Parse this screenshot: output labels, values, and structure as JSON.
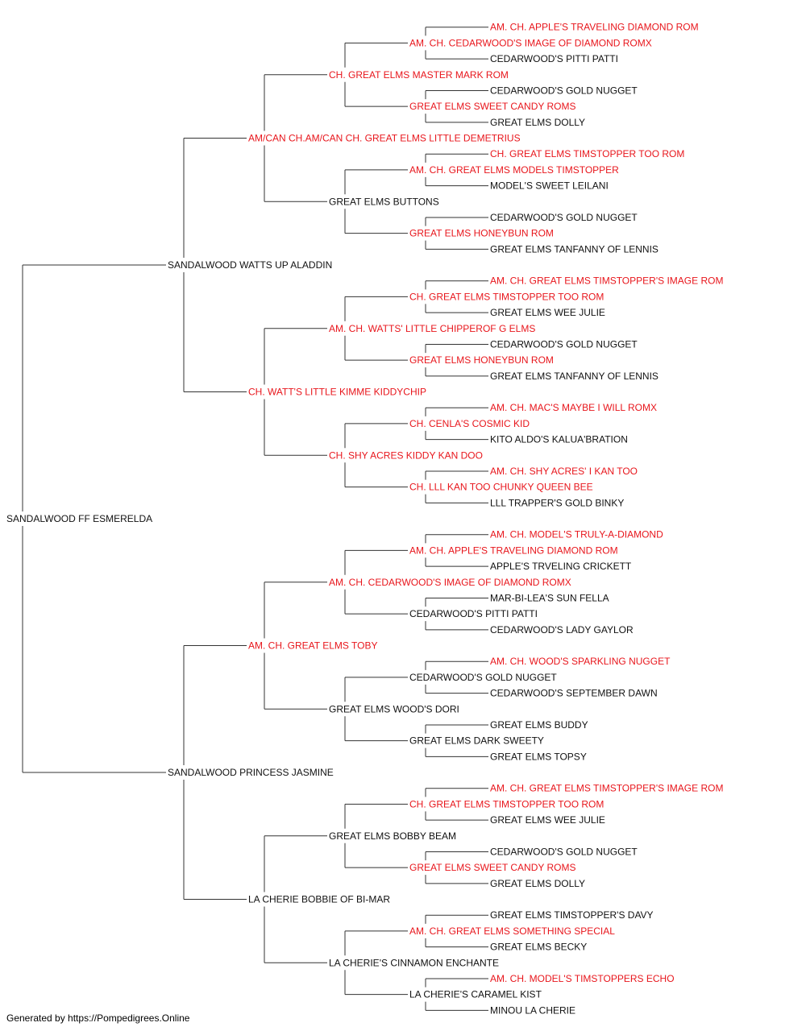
{
  "colors": {
    "champion": "#e8161c",
    "normal": "#111111",
    "line": "#333333"
  },
  "footer": "Generated by https://Pompedigrees.Online",
  "tree": {
    "name": "SANDALWOOD FF ESMERELDA",
    "champion": false,
    "sire": {
      "name": "SANDALWOOD WATTS UP ALADDIN",
      "champion": false,
      "sire": {
        "name": "AM/CAN CH.AM/CAN CH. GREAT ELMS LITTLE DEMETRIUS",
        "champion": true,
        "sire": {
          "name": "CH. GREAT ELMS MASTER MARK ROM",
          "champion": true,
          "sire": {
            "name": "AM. CH. CEDARWOOD'S IMAGE OF DIAMOND ROMX",
            "champion": true,
            "sire": {
              "name": "AM. CH. APPLE'S TRAVELING DIAMOND ROM",
              "champion": true
            },
            "dam": {
              "name": "CEDARWOOD'S PITTI PATTI",
              "champion": false
            }
          },
          "dam": {
            "name": "GREAT ELMS SWEET CANDY ROMS",
            "champion": true,
            "sire": {
              "name": "CEDARWOOD'S GOLD NUGGET",
              "champion": false
            },
            "dam": {
              "name": "GREAT ELMS DOLLY",
              "champion": false
            }
          }
        },
        "dam": {
          "name": "GREAT ELMS BUTTONS",
          "champion": false,
          "sire": {
            "name": "AM. CH. GREAT ELMS MODELS TIMSTOPPER",
            "champion": true,
            "sire": {
              "name": "CH. GREAT ELMS TIMSTOPPER TOO ROM",
              "champion": true
            },
            "dam": {
              "name": "MODEL'S SWEET LEILANI",
              "champion": false
            }
          },
          "dam": {
            "name": "GREAT ELMS HONEYBUN ROM",
            "champion": true,
            "sire": {
              "name": "CEDARWOOD'S GOLD NUGGET",
              "champion": false
            },
            "dam": {
              "name": "GREAT ELMS TANFANNY OF LENNIS",
              "champion": false
            }
          }
        }
      },
      "dam": {
        "name": "CH. WATT'S LITTLE KIMME KIDDYCHIP",
        "champion": true,
        "sire": {
          "name": "AM. CH. WATTS' LITTLE CHIPPEROF G ELMS",
          "champion": true,
          "sire": {
            "name": "CH. GREAT ELMS TIMSTOPPER TOO ROM",
            "champion": true,
            "sire": {
              "name": "AM. CH. GREAT ELMS TIMSTOPPER'S IMAGE ROM",
              "champion": true
            },
            "dam": {
              "name": "GREAT ELMS WEE JULIE",
              "champion": false
            }
          },
          "dam": {
            "name": "GREAT ELMS HONEYBUN ROM",
            "champion": true,
            "sire": {
              "name": "CEDARWOOD'S GOLD NUGGET",
              "champion": false
            },
            "dam": {
              "name": "GREAT ELMS TANFANNY OF LENNIS",
              "champion": false
            }
          }
        },
        "dam": {
          "name": "CH. SHY ACRES KIDDY KAN DOO",
          "champion": true,
          "sire": {
            "name": "CH. CENLA'S COSMIC KID",
            "champion": true,
            "sire": {
              "name": "AM. CH. MAC'S MAYBE I WILL ROMX",
              "champion": true
            },
            "dam": {
              "name": "KITO ALDO'S KALUA'BRATION",
              "champion": false
            }
          },
          "dam": {
            "name": "CH. LLL KAN TOO CHUNKY QUEEN BEE",
            "champion": true,
            "sire": {
              "name": "AM. CH. SHY ACRES' I KAN TOO",
              "champion": true
            },
            "dam": {
              "name": "LLL TRAPPER'S GOLD BINKY",
              "champion": false
            }
          }
        }
      }
    },
    "dam": {
      "name": "SANDALWOOD PRINCESS JASMINE",
      "champion": false,
      "sire": {
        "name": "AM. CH. GREAT ELMS TOBY",
        "champion": true,
        "sire": {
          "name": "AM. CH. CEDARWOOD'S IMAGE OF DIAMOND ROMX",
          "champion": true,
          "sire": {
            "name": "AM. CH. APPLE'S TRAVELING DIAMOND ROM",
            "champion": true,
            "sire": {
              "name": "AM. CH. MODEL'S TRULY-A-DIAMOND",
              "champion": true
            },
            "dam": {
              "name": "APPLE'S TRVELING CRICKETT",
              "champion": false
            }
          },
          "dam": {
            "name": "CEDARWOOD'S PITTI PATTI",
            "champion": false,
            "sire": {
              "name": "MAR-BI-LEA'S SUN FELLA",
              "champion": false
            },
            "dam": {
              "name": "CEDARWOOD'S LADY GAYLOR",
              "champion": false
            }
          }
        },
        "dam": {
          "name": "GREAT ELMS WOOD'S DORI",
          "champion": false,
          "sire": {
            "name": "CEDARWOOD'S GOLD NUGGET",
            "champion": false,
            "sire": {
              "name": "AM. CH. WOOD'S SPARKLING NUGGET",
              "champion": true
            },
            "dam": {
              "name": "CEDARWOOD'S SEPTEMBER DAWN",
              "champion": false
            }
          },
          "dam": {
            "name": "GREAT ELMS DARK SWEETY",
            "champion": false,
            "sire": {
              "name": "GREAT ELMS BUDDY",
              "champion": false
            },
            "dam": {
              "name": "GREAT ELMS TOPSY",
              "champion": false
            }
          }
        }
      },
      "dam": {
        "name": "LA CHERIE BOBBIE OF BI-MAR",
        "champion": false,
        "sire": {
          "name": "GREAT ELMS BOBBY BEAM",
          "champion": false,
          "sire": {
            "name": "CH. GREAT ELMS TIMSTOPPER TOO ROM",
            "champion": true,
            "sire": {
              "name": "AM. CH. GREAT ELMS TIMSTOPPER'S IMAGE ROM",
              "champion": true
            },
            "dam": {
              "name": "GREAT ELMS WEE JULIE",
              "champion": false
            }
          },
          "dam": {
            "name": "GREAT ELMS SWEET CANDY ROMS",
            "champion": true,
            "sire": {
              "name": "CEDARWOOD'S GOLD NUGGET",
              "champion": false
            },
            "dam": {
              "name": "GREAT ELMS DOLLY",
              "champion": false
            }
          }
        },
        "dam": {
          "name": "LA CHERIE'S CINNAMON ENCHANTE",
          "champion": false,
          "sire": {
            "name": "AM. CH. GREAT ELMS SOMETHING SPECIAL",
            "champion": true,
            "sire": {
              "name": "GREAT ELMS TIMSTOPPER'S DAVY",
              "champion": false
            },
            "dam": {
              "name": "GREAT ELMS BECKY",
              "champion": false
            }
          },
          "dam": {
            "name": "LA CHERIE'S CARAMEL KIST",
            "champion": false,
            "sire": {
              "name": "AM. CH. MODEL'S TIMSTOPPERS ECHO",
              "champion": true
            },
            "dam": {
              "name": "MINOU LA CHERIE",
              "champion": false
            }
          }
        }
      }
    }
  }
}
